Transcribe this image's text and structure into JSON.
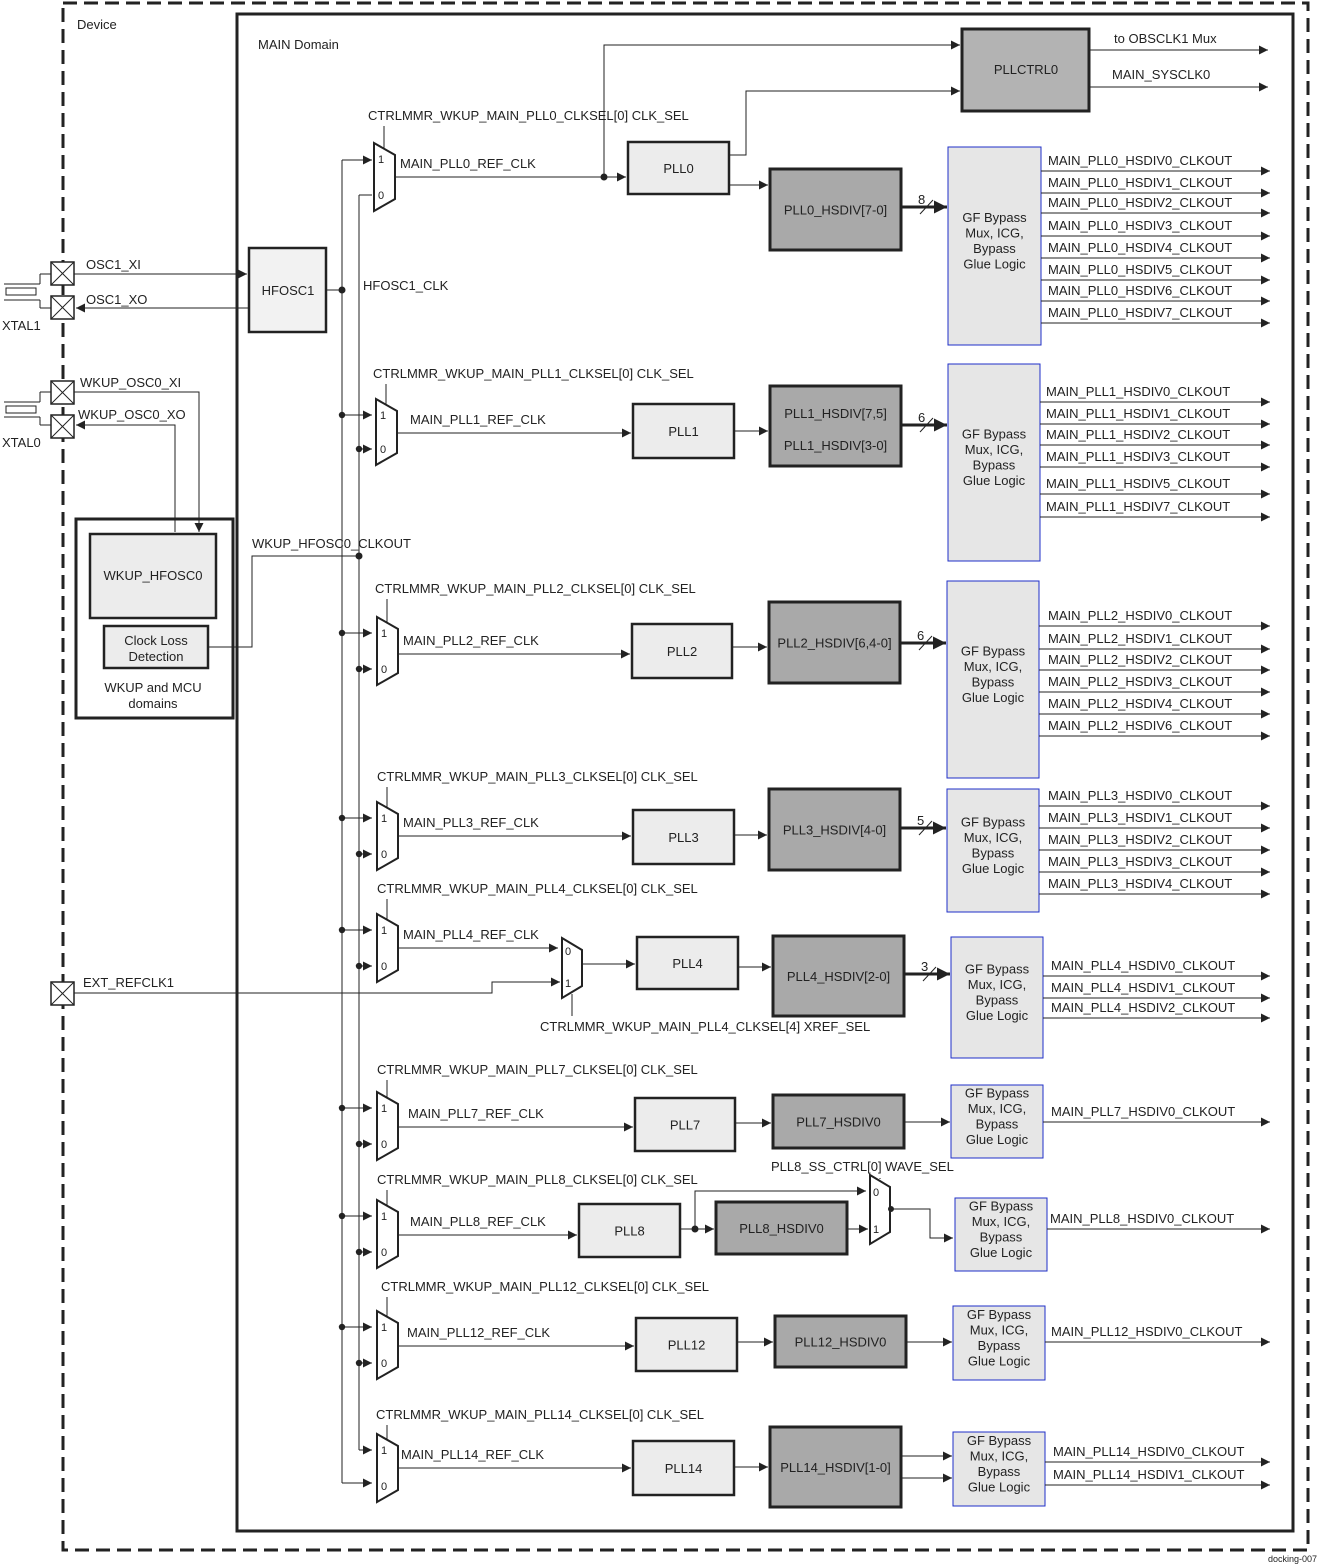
{
  "labels": {
    "device": "Device",
    "main_domain": "MAIN Domain",
    "pllctrl": "PLLCTRL0",
    "to_obsclk": "to OBSCLK1 Mux",
    "main_sysclk": "MAIN_SYSCLK0",
    "hfosc1": "HFOSC1",
    "hfosc1_clk": "HFOSC1_CLK",
    "osc1_xi": "OSC1_XI",
    "osc1_xo": "OSC1_XO",
    "xtal1": "XTAL1",
    "wkup_osc0_xi": "WKUP_OSC0_XI",
    "wkup_osc0_xo": "WKUP_OSC0_XO",
    "xtal0": "XTAL0",
    "wkup_hfosc0": "WKUP_HFOSC0",
    "clock_loss": [
      "Clock Loss",
      "Detection"
    ],
    "wkup_mcu": [
      "WKUP and MCU",
      "domains"
    ],
    "wkup_hfosc0_clkout": "WKUP_HFOSC0_CLKOUT",
    "ext_refclk1": "EXT_REFCLK1",
    "xref_sel": "CTRLMMR_WKUP_MAIN_PLL4_CLKSEL[4] XREF_SEL",
    "pll8_wave_sel": "PLL8_SS_CTRL[0] WAVE_SEL",
    "glue": [
      "GF Bypass",
      "Mux, ICG,",
      "Bypass",
      "Glue Logic"
    ],
    "mux_one": "1",
    "mux_zero": "0",
    "footer": "docking-007"
  },
  "rows": [
    {
      "id": "pll0",
      "sel": "CTRLMMR_WKUP_MAIN_PLL0_CLKSEL[0] CLK_SEL",
      "ref": "MAIN_PLL0_REF_CLK",
      "pll": "PLL0",
      "hsdiv": [
        "PLL0_HSDIV[7-0]"
      ],
      "bus": "8",
      "outputs": [
        "MAIN_PLL0_HSDIV0_CLKOUT",
        "MAIN_PLL0_HSDIV1_CLKOUT",
        "MAIN_PLL0_HSDIV2_CLKOUT",
        "MAIN_PLL0_HSDIV3_CLKOUT",
        "MAIN_PLL0_HSDIV4_CLKOUT",
        "MAIN_PLL0_HSDIV5_CLKOUT",
        "MAIN_PLL0_HSDIV6_CLKOUT",
        "MAIN_PLL0_HSDIV7_CLKOUT"
      ]
    },
    {
      "id": "pll1",
      "sel": "CTRLMMR_WKUP_MAIN_PLL1_CLKSEL[0] CLK_SEL",
      "ref": "MAIN_PLL1_REF_CLK",
      "pll": "PLL1",
      "hsdiv": [
        "PLL1_HSDIV[7,5]",
        "PLL1_HSDIV[3-0]"
      ],
      "bus": "6",
      "outputs": [
        "MAIN_PLL1_HSDIV0_CLKOUT",
        "MAIN_PLL1_HSDIV1_CLKOUT",
        "MAIN_PLL1_HSDIV2_CLKOUT",
        "MAIN_PLL1_HSDIV3_CLKOUT",
        "MAIN_PLL1_HSDIV5_CLKOUT",
        "MAIN_PLL1_HSDIV7_CLKOUT"
      ]
    },
    {
      "id": "pll2",
      "sel": "CTRLMMR_WKUP_MAIN_PLL2_CLKSEL[0] CLK_SEL",
      "ref": "MAIN_PLL2_REF_CLK",
      "pll": "PLL2",
      "hsdiv": [
        "PLL2_HSDIV[6,4-0]"
      ],
      "bus": "6",
      "outputs": [
        "MAIN_PLL2_HSDIV0_CLKOUT",
        "MAIN_PLL2_HSDIV1_CLKOUT",
        "MAIN_PLL2_HSDIV2_CLKOUT",
        "MAIN_PLL2_HSDIV3_CLKOUT",
        "MAIN_PLL2_HSDIV4_CLKOUT",
        "MAIN_PLL2_HSDIV6_CLKOUT"
      ]
    },
    {
      "id": "pll3",
      "sel": "CTRLMMR_WKUP_MAIN_PLL3_CLKSEL[0] CLK_SEL",
      "ref": "MAIN_PLL3_REF_CLK",
      "pll": "PLL3",
      "hsdiv": [
        "PLL3_HSDIV[4-0]"
      ],
      "bus": "5",
      "outputs": [
        "MAIN_PLL3_HSDIV0_CLKOUT",
        "MAIN_PLL3_HSDIV1_CLKOUT",
        "MAIN_PLL3_HSDIV2_CLKOUT",
        "MAIN_PLL3_HSDIV3_CLKOUT",
        "MAIN_PLL3_HSDIV4_CLKOUT"
      ]
    },
    {
      "id": "pll4",
      "sel": "CTRLMMR_WKUP_MAIN_PLL4_CLKSEL[0] CLK_SEL",
      "ref": "MAIN_PLL4_REF_CLK",
      "pll": "PLL4",
      "hsdiv": [
        "PLL4_HSDIV[2-0]"
      ],
      "bus": "3",
      "outputs": [
        "MAIN_PLL4_HSDIV0_CLKOUT",
        "MAIN_PLL4_HSDIV1_CLKOUT",
        "MAIN_PLL4_HSDIV2_CLKOUT"
      ]
    },
    {
      "id": "pll7",
      "sel": "CTRLMMR_WKUP_MAIN_PLL7_CLKSEL[0] CLK_SEL",
      "ref": "MAIN_PLL7_REF_CLK",
      "pll": "PLL7",
      "hsdiv": [
        "PLL7_HSDIV0"
      ],
      "bus": "",
      "outputs": [
        "MAIN_PLL7_HSDIV0_CLKOUT"
      ]
    },
    {
      "id": "pll8",
      "sel": "CTRLMMR_WKUP_MAIN_PLL8_CLKSEL[0] CLK_SEL",
      "ref": "MAIN_PLL8_REF_CLK",
      "pll": "PLL8",
      "hsdiv": [
        "PLL8_HSDIV0"
      ],
      "bus": "",
      "outputs": [
        "MAIN_PLL8_HSDIV0_CLKOUT"
      ]
    },
    {
      "id": "pll12",
      "sel": "CTRLMMR_WKUP_MAIN_PLL12_CLKSEL[0] CLK_SEL",
      "ref": "MAIN_PLL12_REF_CLK",
      "pll": "PLL12",
      "hsdiv": [
        "PLL12_HSDIV0"
      ],
      "bus": "",
      "outputs": [
        "MAIN_PLL12_HSDIV0_CLKOUT"
      ]
    },
    {
      "id": "pll14",
      "sel": "CTRLMMR_WKUP_MAIN_PLL14_CLKSEL[0] CLK_SEL",
      "ref": "MAIN_PLL14_REF_CLK",
      "pll": "PLL14",
      "hsdiv": [
        "PLL14_HSDIV[1-0]"
      ],
      "bus": "",
      "outputs": [
        "MAIN_PLL14_HSDIV0_CLKOUT",
        "MAIN_PLL14_HSDIV1_CLKOUT"
      ]
    }
  ],
  "colors": {
    "line": "#222222",
    "box_light": "#ececec",
    "box_dark": "#a9a9a9",
    "pllctrl_fill": "#b3b3b3",
    "glue_fill": "#e6e6e6",
    "glue_border": "#1f2fc8"
  }
}
